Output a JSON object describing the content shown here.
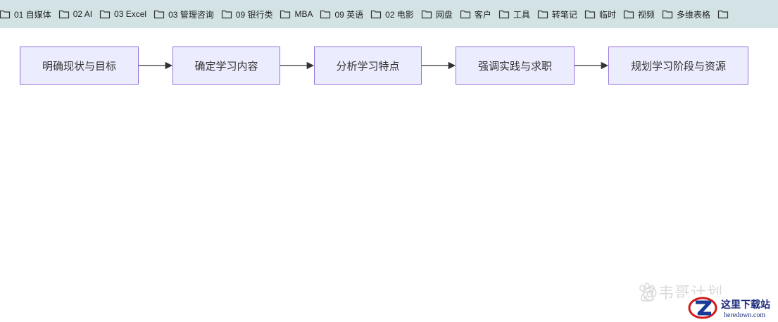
{
  "bookmarks_bar": {
    "items": [
      {
        "label": "01 自媒体"
      },
      {
        "label": "02 AI"
      },
      {
        "label": "03 Excel"
      },
      {
        "label": "03 管理咨询"
      },
      {
        "label": "09 银行类"
      },
      {
        "label": "MBA"
      },
      {
        "label": "09 英语"
      },
      {
        "label": "02 电影"
      },
      {
        "label": "网盘"
      },
      {
        "label": "客户"
      },
      {
        "label": "工具"
      },
      {
        "label": "转笔记"
      },
      {
        "label": "临时"
      },
      {
        "label": "视频"
      },
      {
        "label": "多维表格"
      }
    ],
    "icon": "folder-icon",
    "background": "#d3e3e5"
  },
  "flowchart": {
    "nodes": [
      {
        "label": "明确现状与目标"
      },
      {
        "label": "确定学习内容"
      },
      {
        "label": "分析学习特点"
      },
      {
        "label": "强调实践与求职"
      },
      {
        "label": "规划学习阶段与资源"
      }
    ],
    "node_fill": "#ececff",
    "node_border": "#9370db",
    "edge_color": "#333333"
  },
  "watermark": {
    "text": "@韦哥计划",
    "icon": "baidu-paw-icon"
  },
  "site_logo": {
    "name": "这里下载站",
    "url": "heredown.com",
    "icon": "z-logo-icon"
  }
}
